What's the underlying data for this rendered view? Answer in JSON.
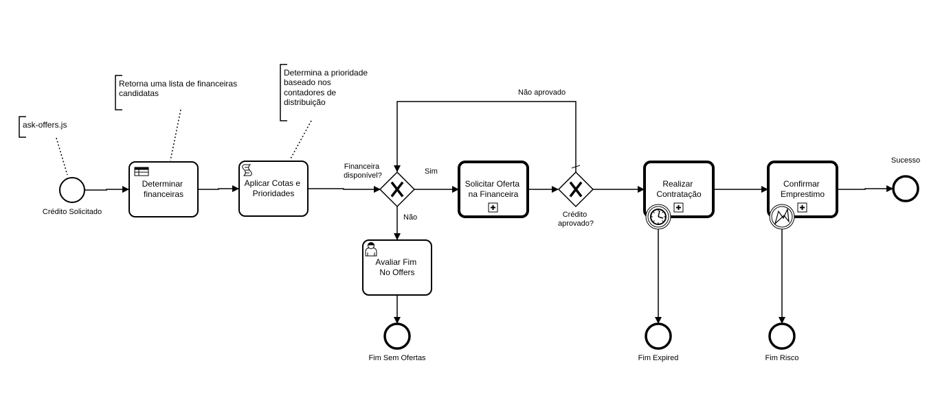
{
  "diagram": {
    "annotations": [
      {
        "id": "ann1",
        "lines": [
          "ask-offers.js"
        ]
      },
      {
        "id": "ann2",
        "lines": [
          "Retorna uma lista de financeiras",
          "candidatas"
        ]
      },
      {
        "id": "ann3",
        "lines": [
          "Determina a prioridade",
          "baseado nos",
          "contadores de",
          "distribuição"
        ]
      }
    ],
    "events": {
      "start": {
        "label": "Crédito Solicitado"
      },
      "end_no_offers": {
        "label": "Fim Sem Ofertas"
      },
      "end_expired": {
        "label": "Fim Expired"
      },
      "end_risk": {
        "label": "Fim Risco"
      },
      "end_success": {
        "label": "Sucesso"
      }
    },
    "tasks": {
      "determinar": {
        "lines": [
          "Determinar",
          "financeiras"
        ],
        "type": "business-rule"
      },
      "aplicar": {
        "lines": [
          "Aplicar Cotas e",
          "Prioridades"
        ],
        "type": "script"
      },
      "avaliar": {
        "lines": [
          "Avaliar Fim",
          "No Offers"
        ],
        "type": "user"
      },
      "solicitar": {
        "lines": [
          "Solicitar Oferta",
          "na Financeira"
        ],
        "type": "call-activity"
      },
      "realizar": {
        "lines": [
          "Realizar",
          "Contratação"
        ],
        "type": "call-activity"
      },
      "confirmar": {
        "lines": [
          "Confirmar",
          "Emprestimo"
        ],
        "type": "call-activity"
      }
    },
    "gateways": {
      "g1": {
        "lines": [
          "Financeira",
          "disponível?"
        ]
      },
      "g2": {
        "lines": [
          "Crédito",
          "aprovado?"
        ]
      }
    },
    "flow_labels": {
      "sim": "Sim",
      "nao": "Não",
      "nao_aprovado": "Não aprovado"
    },
    "boundary_events": {
      "timer": {
        "icon": "timer-icon"
      },
      "error": {
        "icon": "error-icon"
      }
    }
  }
}
